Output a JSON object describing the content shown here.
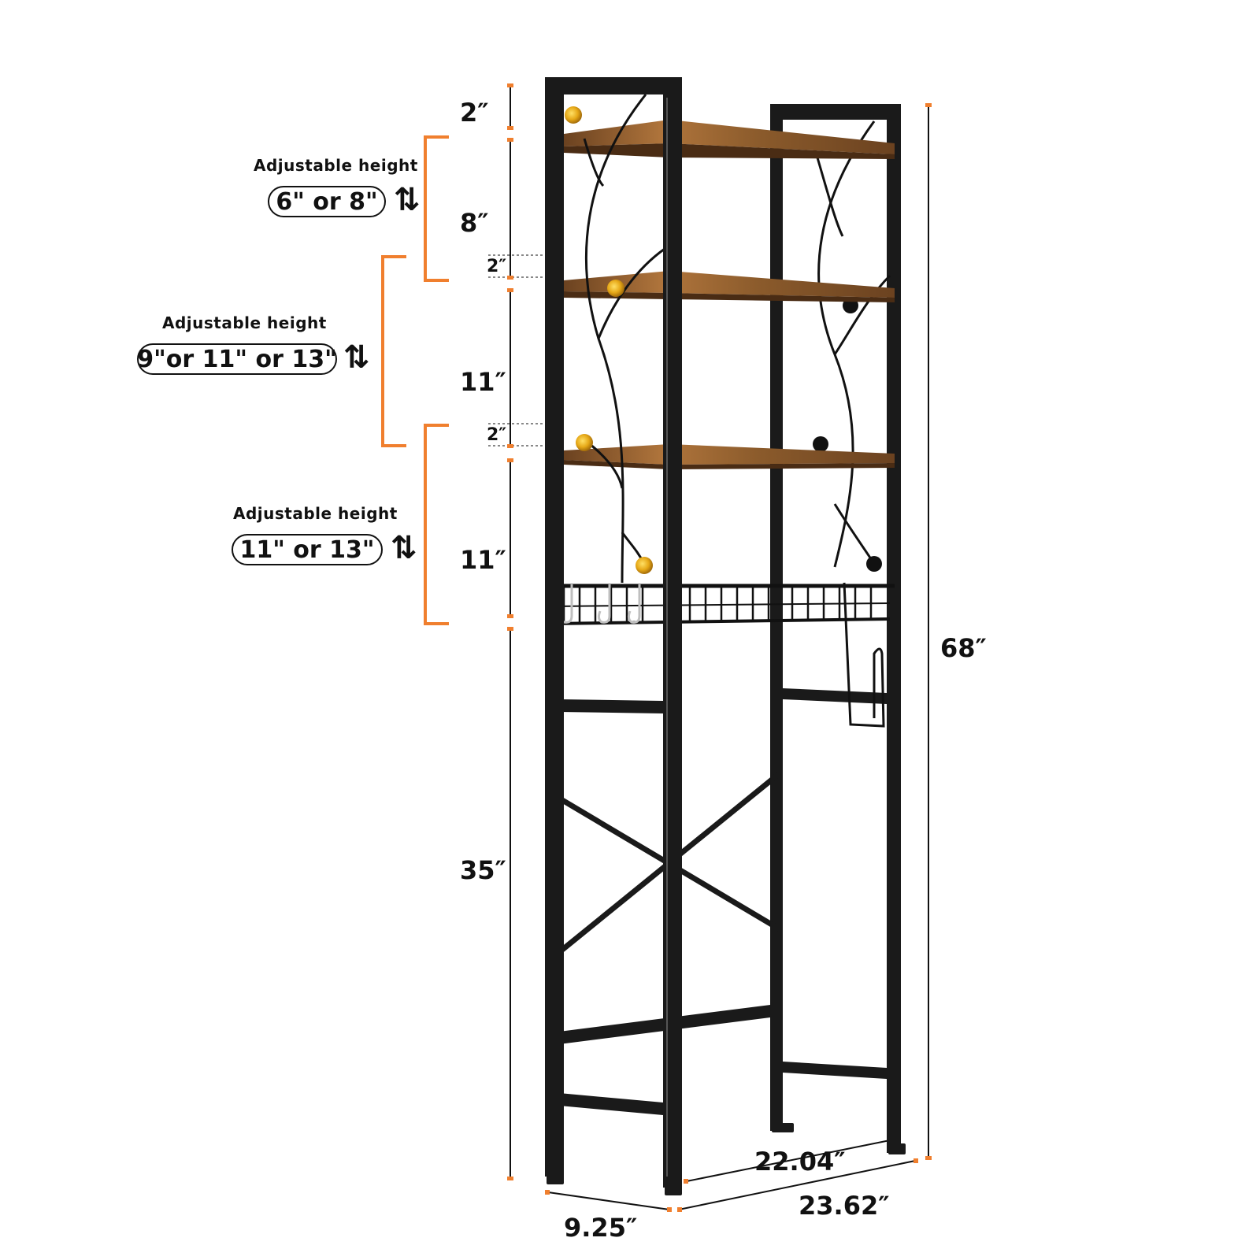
{
  "adjustable_label": "Adjustable  height",
  "adjustments": [
    {
      "label": "Adjustable  height",
      "options": "6\" or 8\""
    },
    {
      "label": "Adjustable  height",
      "options": "9\"or 11\" or 13\""
    },
    {
      "label": "Adjustable  height",
      "options": "11\" or 13\""
    }
  ],
  "adjust_icon": "up-down-arrows-icon",
  "dimensions": {
    "top_gap": "2″",
    "section1": "8″",
    "shelf_gap1": "2″",
    "section2": "11″",
    "shelf_gap2": "2″",
    "section3": "11″",
    "base": "35″",
    "total_height": "68″",
    "inner_width": "22.04″",
    "outer_width": "23.62″",
    "depth": "9.25″"
  },
  "colors": {
    "accent": "#f07f2e",
    "frame": "#111111",
    "wood_light": "#b0753c",
    "wood_dark": "#6b4220",
    "knob": "#e6a817"
  }
}
